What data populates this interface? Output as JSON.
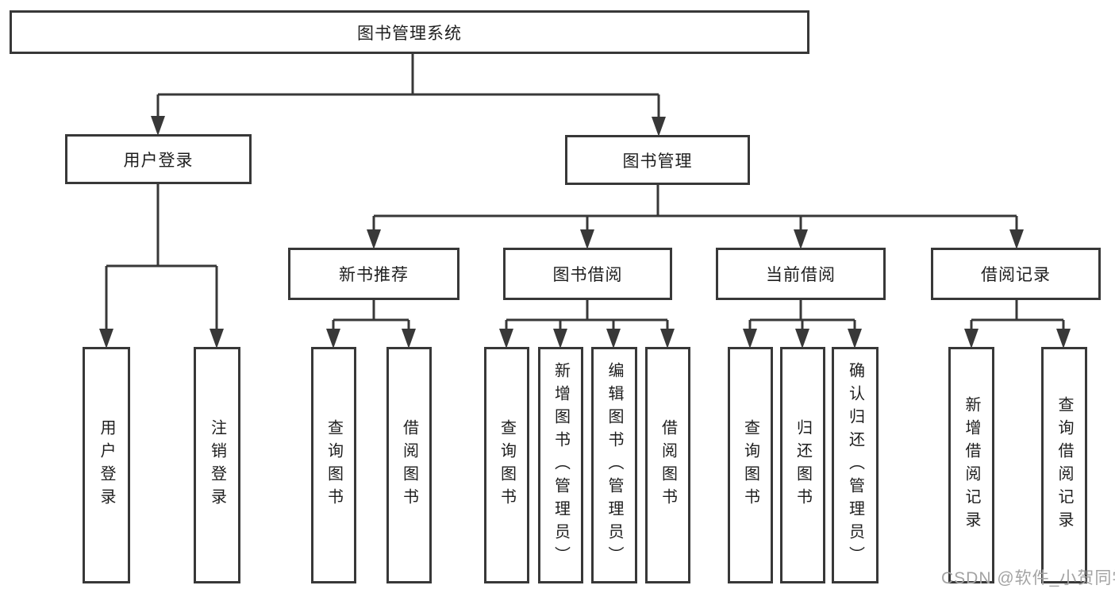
{
  "diagram": {
    "title": "图书管理系统",
    "children": [
      {
        "label": "用户登录",
        "children": [
          {
            "label": "用户登录"
          },
          {
            "label": "注销登录"
          }
        ]
      },
      {
        "label": "图书管理",
        "children": [
          {
            "label": "新书推荐",
            "children": [
              {
                "label": "查询图书"
              },
              {
                "label": "借阅图书"
              }
            ]
          },
          {
            "label": "图书借阅",
            "children": [
              {
                "label": "查询图书"
              },
              {
                "label": "新增图书（管理员）"
              },
              {
                "label": "编辑图书（管理员）"
              },
              {
                "label": "借阅图书"
              }
            ]
          },
          {
            "label": "当前借阅",
            "children": [
              {
                "label": "查询图书"
              },
              {
                "label": "归还图书"
              },
              {
                "label": "确认归还（管理员）"
              }
            ]
          },
          {
            "label": "借阅记录",
            "children": [
              {
                "label": "新增借阅记录"
              },
              {
                "label": "查询借阅记录"
              }
            ]
          }
        ]
      }
    ]
  },
  "watermark": {
    "text": "CSDN @软件_小贺同学"
  },
  "colors": {
    "background": "#ffffff",
    "line": "#383838",
    "text": "#1e1e1e",
    "watermark": "#a3a3a3"
  }
}
